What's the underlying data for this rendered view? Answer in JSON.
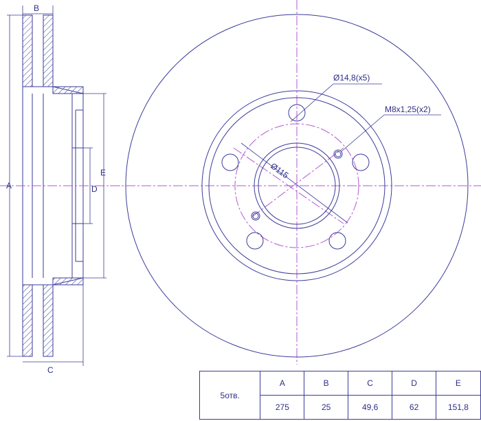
{
  "colors": {
    "line": "#3a3a9a",
    "center_line": "#b25ad0",
    "text": "#2e2e86"
  },
  "side_view_labels": {
    "a": "A",
    "b": "B",
    "c": "C",
    "d": "D",
    "e": "E"
  },
  "front_view_labels": {
    "hole_note": "Ø14,8(x5)",
    "thread_note": "M8x1,25(x2)",
    "pcd_note": "Ø115"
  },
  "spec_table": {
    "holes_label": "5отв.",
    "headers": [
      "A",
      "B",
      "C",
      "D",
      "E"
    ],
    "values": [
      "275",
      "25",
      "49,6",
      "62",
      "151,8"
    ]
  }
}
